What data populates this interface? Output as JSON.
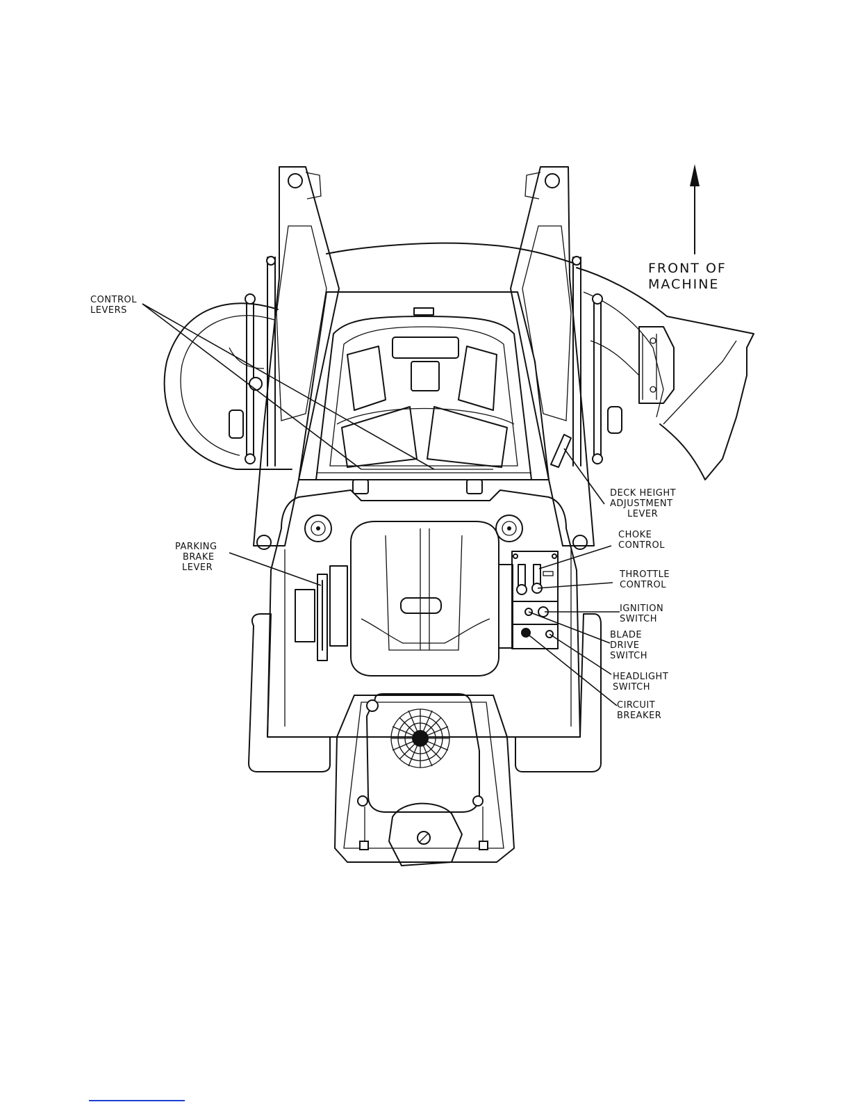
{
  "labels": {
    "front_of_machine": [
      "FRONT OF",
      "MACHINE"
    ],
    "control_levers": [
      "CONTROL",
      "LEVERS"
    ],
    "deck_height": [
      "DECK HEIGHT",
      "ADJUSTMENT",
      "LEVER"
    ],
    "parking_brake": [
      "PARKING",
      "BRAKE",
      "LEVER"
    ],
    "choke": [
      "CHOKE",
      "CONTROL"
    ],
    "throttle": [
      "THROTTLE",
      "CONTROL"
    ],
    "ignition": [
      "IGNITION",
      "SWITCH"
    ],
    "blade_drive": [
      "BLADE",
      "DRIVE",
      "SWITCH"
    ],
    "headlight": [
      "HEADLIGHT",
      "SWITCH"
    ],
    "circuit_breaker": [
      "CIRCUIT",
      "BREAKER"
    ]
  },
  "colors": {
    "ink": "#111111",
    "paper": "#ffffff",
    "footer_rule": "#1a3fd0"
  }
}
